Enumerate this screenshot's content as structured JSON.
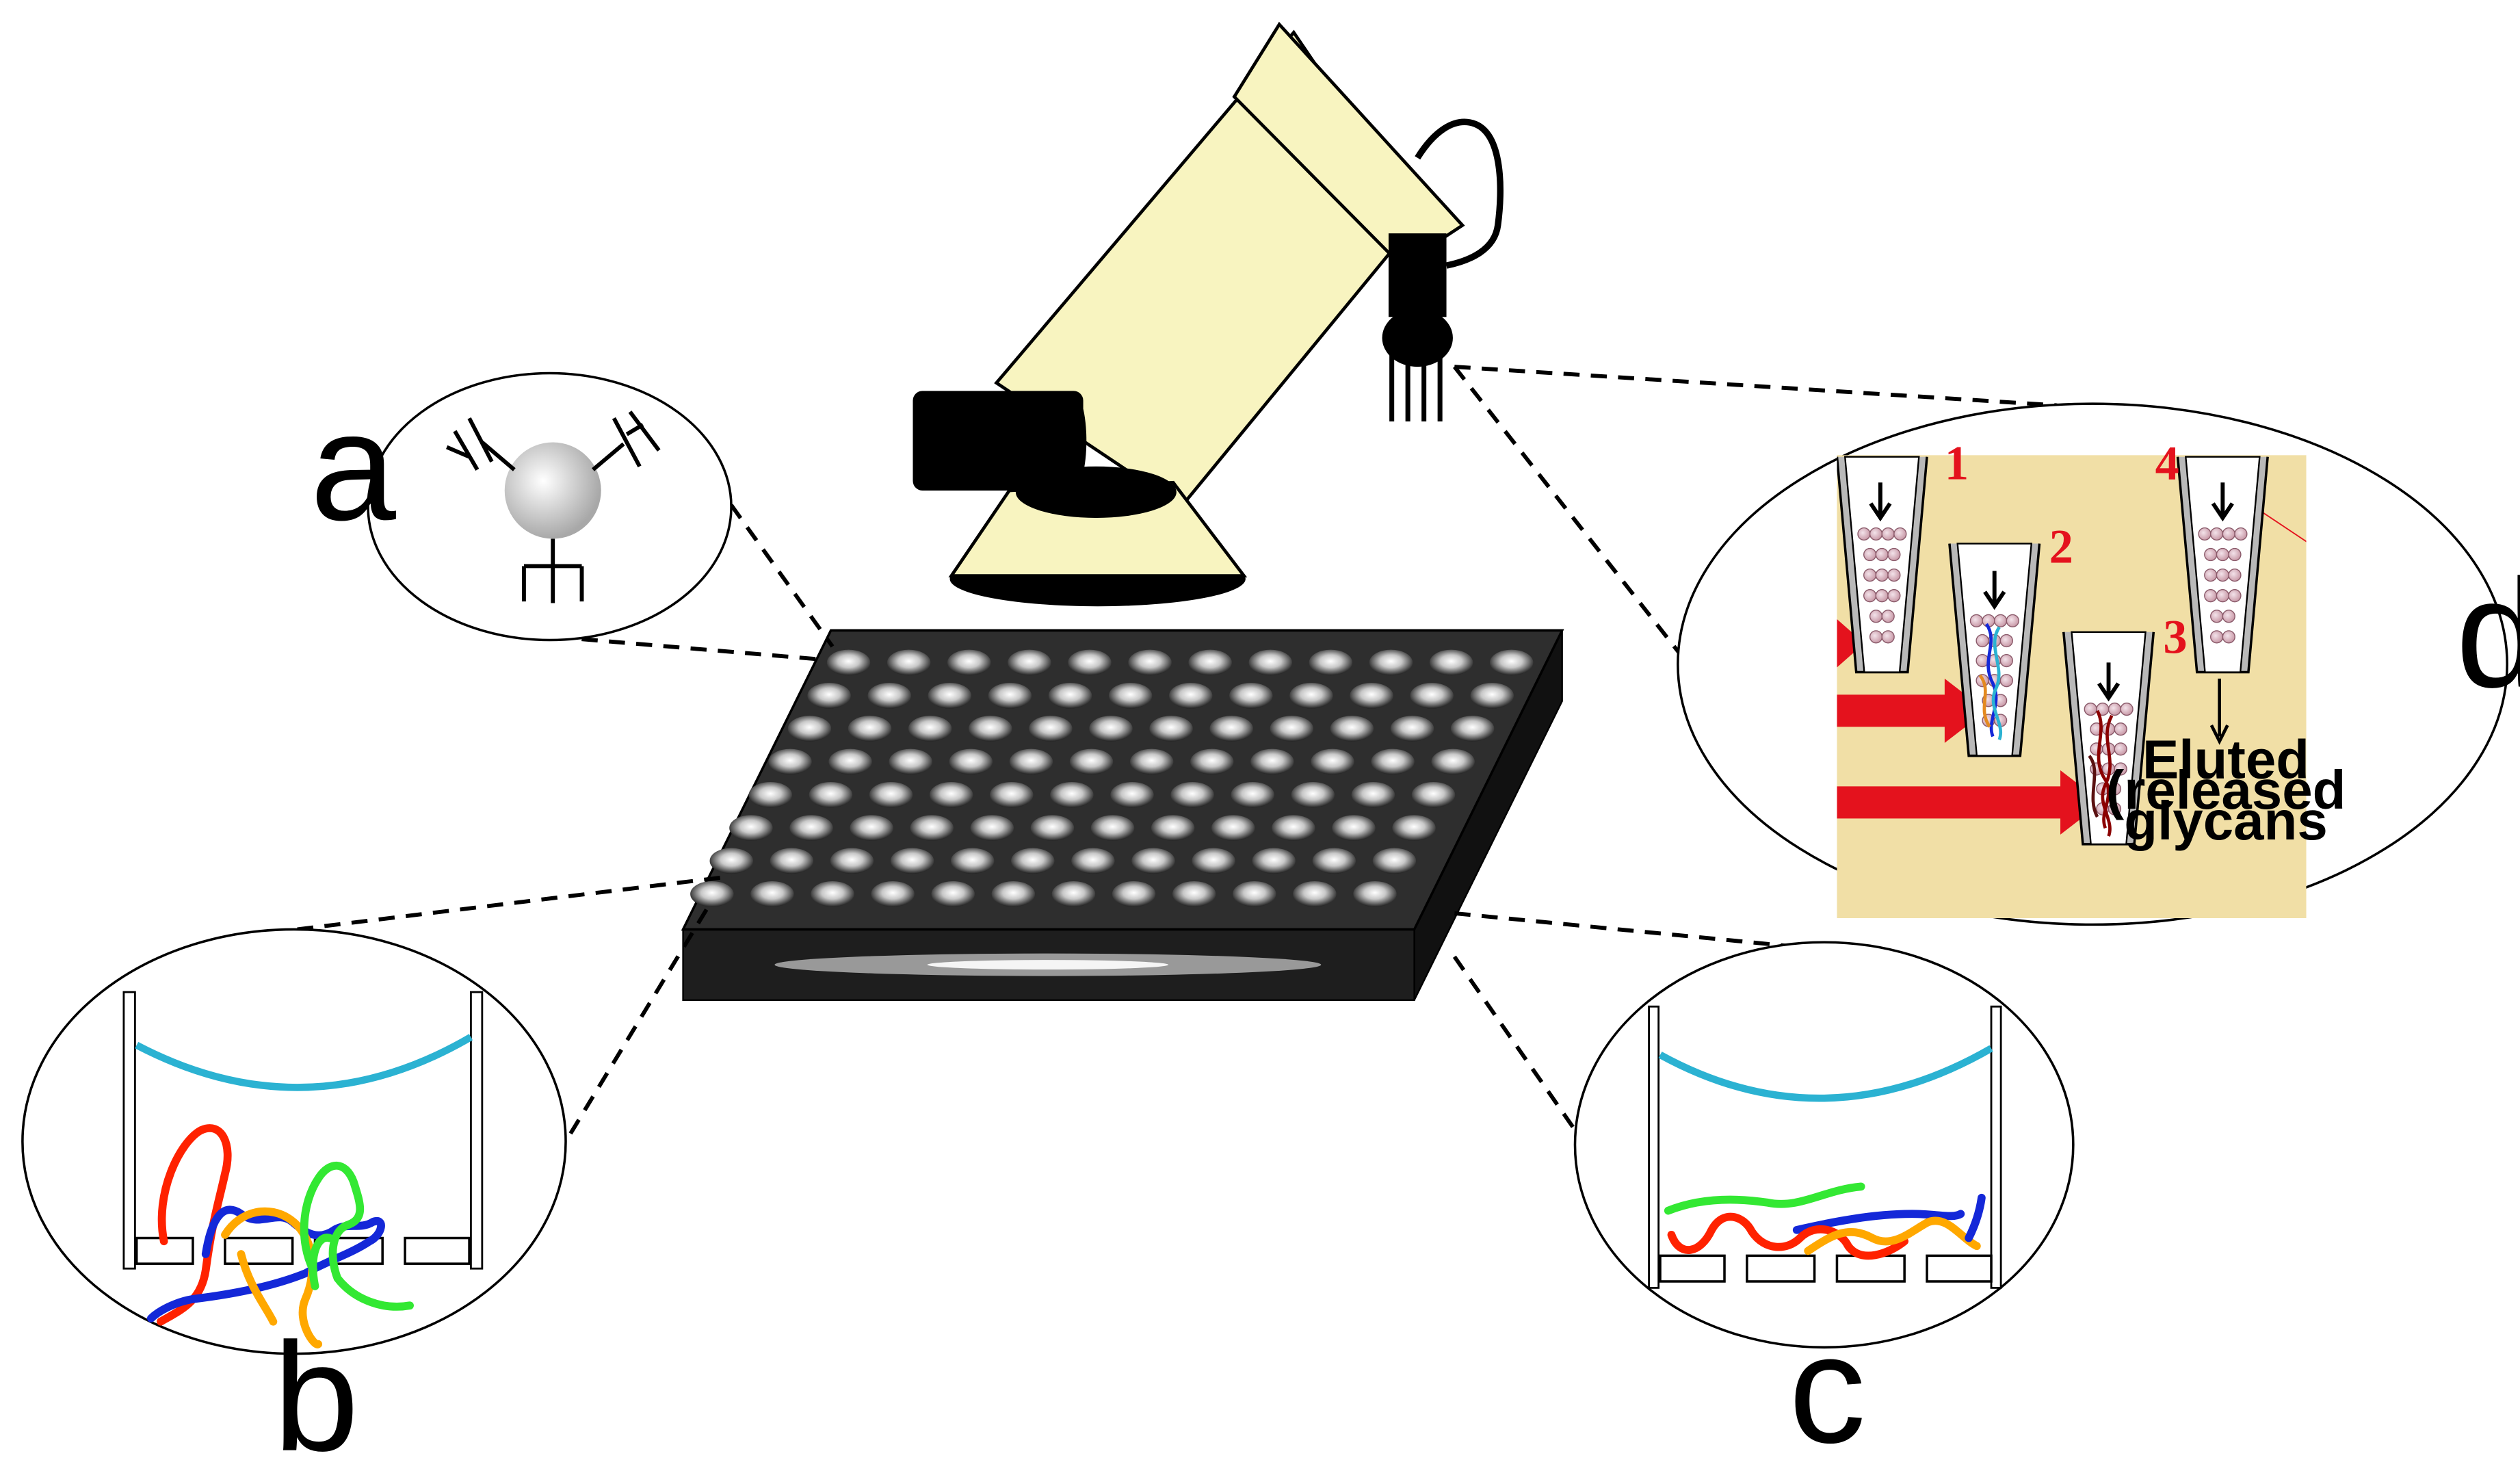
{
  "labels": {
    "a": "a",
    "b": "b",
    "c": "c",
    "d": "d"
  },
  "panel_d": {
    "steps": [
      "1",
      "2",
      "3",
      "4"
    ],
    "eluted_lines": [
      "Eluted",
      "(released",
      "glycans"
    ]
  },
  "plate": {
    "rows": 8,
    "columns": 12
  },
  "colors": {
    "robot_arm": "#f8f4c0",
    "plate": "#2e2e2e",
    "panel_d_background": "#f1dfa6",
    "arrow_red": "#e4121d",
    "meniscus": "#2bb2d2",
    "strand_red": "#ff2200",
    "strand_blue": "#1428d8",
    "strand_green": "#33e833",
    "strand_orange": "#ffa800"
  }
}
